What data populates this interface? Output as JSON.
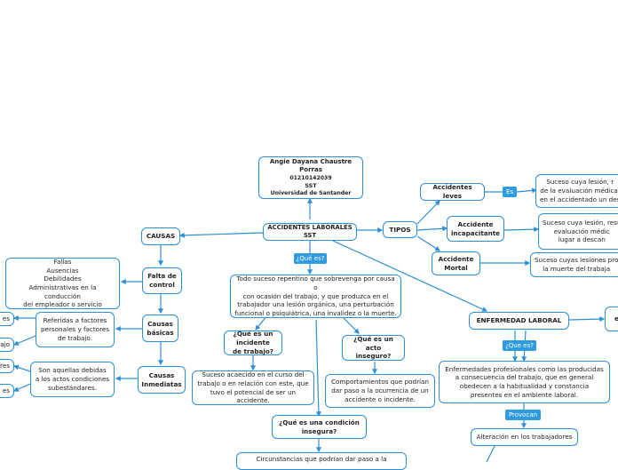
{
  "author": {
    "name": "Angie Dayana Chaustre Porras",
    "code": "01210142039",
    "program": "SST",
    "university": "Universidad de Santander"
  },
  "central": "ACCIDENTES LABORALES SST",
  "tipos": "TIPOS",
  "causas": "CAUSAS",
  "falta_control": "Falta de\ncontrol",
  "falta_control_desc": "Fallas\nAusencias\nDebilidades\nAdministrativas en la conducción\ndel empleador o servicio",
  "causas_basicas": "Causas\nbásicas",
  "causas_basicas_desc": "Referidas a factores\npersonales y factores\nde trabajo.",
  "causas_inmediatas": "Causas\nInmediatas",
  "causas_inmediatas_desc": "Son aquellas debidas\na los actos condiciones\nsubestándares.",
  "que_es_tag": "¿Qué es?",
  "definicion": "Todo suceso repentino que sobrevenga por causa o\ncon ocasión del trabajo, y que produzca en el\ntrabajador una lesión orgánica, una perturbación\nfuncional o psiquiátrica, una invalidez o la muerte.",
  "incidente_q": "¿Qué es un incidente\nde trabajo?",
  "incidente_a": "Suceso acaecido en el curso del\ntrabajo o en relación con este, que\ntuvo el potencial de ser un accidente.",
  "acto_q": "¿Qué es un acto\ninseguro?",
  "acto_a": "Comportamientos que podrían\ndar paso a la ocurrencia de un\naccidente o incidente.",
  "condicion_q": "¿Qué es una condición\ninsegura?",
  "condicion_a": "Circunstancias que podrían dar paso a la",
  "leves": "Accidentes leves",
  "es_tag": "Es",
  "leves_desc": "Suceso cuya lesión, r\nde la evaluación médica,\nen el accidentado un des",
  "incapacitante": "Accidente\nincapacitante",
  "incapacitante_desc": "Suceso cuya lesión, resu\nevaluación médic\nlugar a descan",
  "mortal": "Accidente\nMortal",
  "mortal_desc": "Suceso cuyas lesiones pro\nla muerte del trabaja",
  "enfermedad": "ENFERMEDAD LABORAL",
  "enfermedad_right": "e",
  "enf_tag": "¿Que es?",
  "enf_def": "Enfermedades profesionales como las producidas\na consecuencia del trabajo, que en general\nobedecen a la habitualidad y constancia\npresentes en el ambiente laboral.",
  "provocan_tag": "Provocan",
  "alteracion": "Alteración en los trabajadores",
  "left_edge": [
    "es",
    "ajo",
    "ares",
    "es"
  ],
  "colors": {
    "stroke": "#2e8fd6",
    "tag": "#2e9ae0"
  }
}
